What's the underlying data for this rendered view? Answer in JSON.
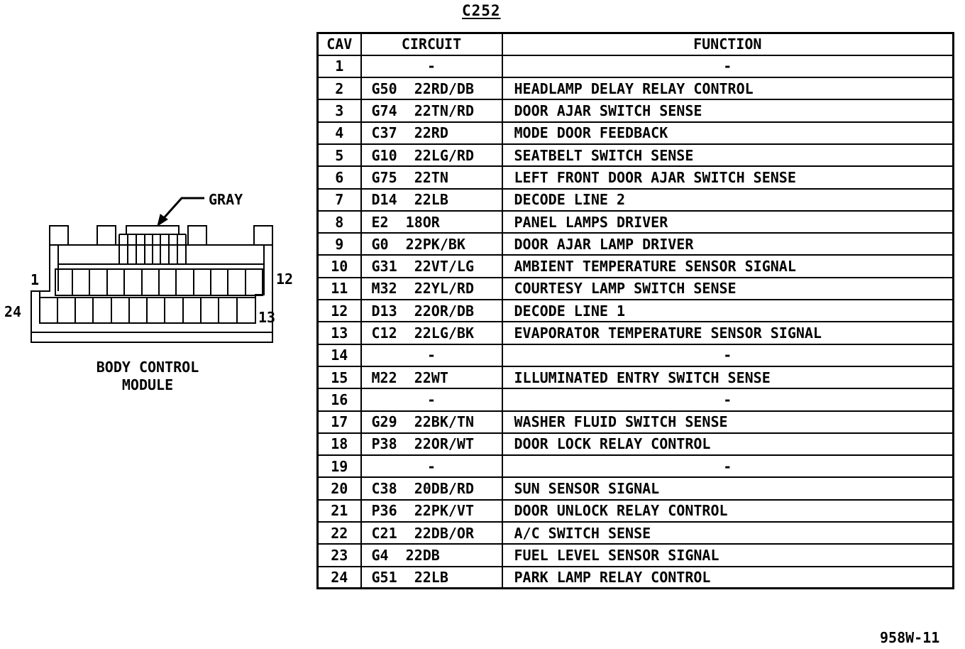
{
  "title": "C252",
  "footer_code": "958W-11",
  "connector": {
    "color_label": "GRAY",
    "name_line1": "BODY CONTROL",
    "name_line2": "MODULE",
    "pin_top_left": "1",
    "pin_top_right": "12",
    "pin_bottom_left": "24",
    "pin_bottom_right": "13"
  },
  "table": {
    "headers": {
      "cav": "CAV",
      "circuit": "CIRCUIT",
      "function": "FUNCTION"
    },
    "rows": [
      {
        "cav": "1",
        "circuit": "-",
        "function": "-"
      },
      {
        "cav": "2",
        "circuit": "G50  22RD/DB",
        "function": "HEADLAMP DELAY RELAY CONTROL"
      },
      {
        "cav": "3",
        "circuit": "G74  22TN/RD",
        "function": "DOOR AJAR SWITCH SENSE"
      },
      {
        "cav": "4",
        "circuit": "C37  22RD",
        "function": "MODE DOOR FEEDBACK"
      },
      {
        "cav": "5",
        "circuit": "G10  22LG/RD",
        "function": "SEATBELT SWITCH SENSE"
      },
      {
        "cav": "6",
        "circuit": "G75  22TN",
        "function": "LEFT FRONT DOOR AJAR SWITCH SENSE"
      },
      {
        "cav": "7",
        "circuit": "D14  22LB",
        "function": "DECODE LINE 2"
      },
      {
        "cav": "8",
        "circuit": "E2  18OR",
        "function": "PANEL LAMPS DRIVER"
      },
      {
        "cav": "9",
        "circuit": "G0  22PK/BK",
        "function": "DOOR AJAR LAMP DRIVER"
      },
      {
        "cav": "10",
        "circuit": "G31  22VT/LG",
        "function": "AMBIENT TEMPERATURE SENSOR SIGNAL"
      },
      {
        "cav": "11",
        "circuit": "M32  22YL/RD",
        "function": "COURTESY LAMP SWITCH SENSE"
      },
      {
        "cav": "12",
        "circuit": "D13  22OR/DB",
        "function": "DECODE LINE 1"
      },
      {
        "cav": "13",
        "circuit": "C12  22LG/BK",
        "function": "EVAPORATOR TEMPERATURE SENSOR SIGNAL"
      },
      {
        "cav": "14",
        "circuit": "-",
        "function": "-"
      },
      {
        "cav": "15",
        "circuit": "M22  22WT",
        "function": "ILLUMINATED ENTRY SWITCH SENSE"
      },
      {
        "cav": "16",
        "circuit": "-",
        "function": "-"
      },
      {
        "cav": "17",
        "circuit": "G29  22BK/TN",
        "function": "WASHER FLUID SWITCH SENSE"
      },
      {
        "cav": "18",
        "circuit": "P38  22OR/WT",
        "function": "DOOR LOCK RELAY CONTROL"
      },
      {
        "cav": "19",
        "circuit": "-",
        "function": "-"
      },
      {
        "cav": "20",
        "circuit": "C38  20DB/RD",
        "function": "SUN SENSOR SIGNAL"
      },
      {
        "cav": "21",
        "circuit": "P36  22PK/VT",
        "function": "DOOR UNLOCK RELAY CONTROL"
      },
      {
        "cav": "22",
        "circuit": "C21  22DB/OR",
        "function": "A/C SWITCH SENSE"
      },
      {
        "cav": "23",
        "circuit": "G4  22DB",
        "function": "FUEL LEVEL SENSOR SIGNAL"
      },
      {
        "cav": "24",
        "circuit": "G51  22LB",
        "function": "PARK LAMP RELAY CONTROL"
      }
    ]
  }
}
